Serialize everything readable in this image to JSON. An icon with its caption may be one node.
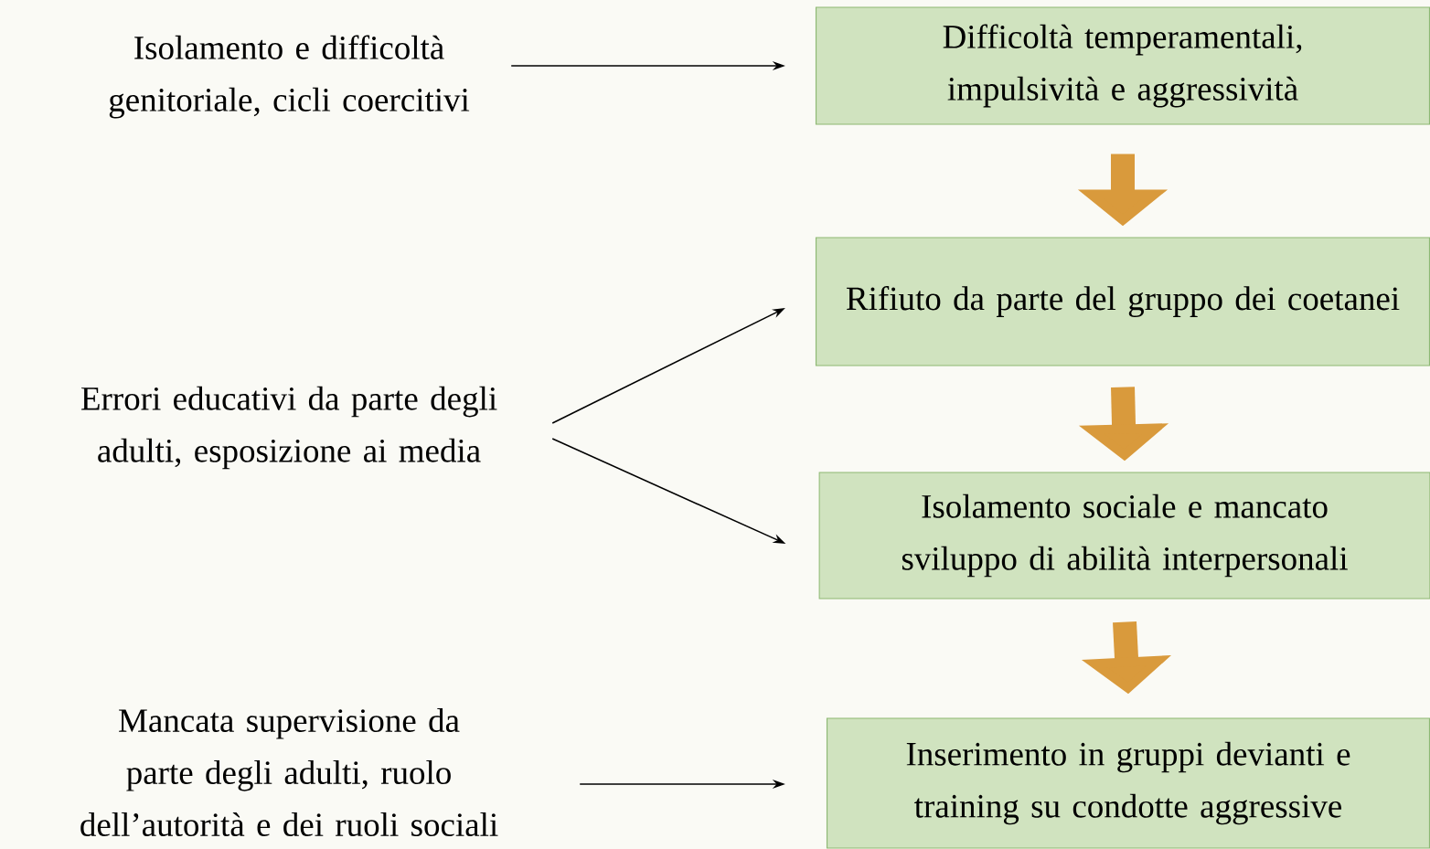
{
  "diagram": {
    "nodes": [
      {
        "text": [
          "Isolamento e difficoltà genitoriale, cicli coercitivi"
        ]
      },
      {
        "text": [
          "Errori educativi da parte degli adulti, esposizione ai media"
        ]
      },
      {
        "text": [
          "Mancata supervisione da parte degli adulti, ruolo dell’autorità e dei ruoli sociali"
        ]
      },
      {
        "text": [
          "Difficoltà temperamentali, impulsività e aggressività"
        ]
      },
      {
        "text": [
          "Rifiuto da parte del gruppo dei coetanei"
        ]
      },
      {
        "text": [
          "Isolamento sociale e mancato sviluppo di abilità interpersonali"
        ]
      },
      {
        "text": [
          "Inserimento in gruppi devianti e training su condotte aggressive"
        ]
      }
    ],
    "edges": [
      {
        "from": 0,
        "to": 3,
        "arrow": "to"
      },
      {
        "from": 1,
        "to": 4,
        "arrow": "to"
      },
      {
        "from": 1,
        "to": 5,
        "arrow": "to"
      },
      {
        "from": 2,
        "to": 6,
        "arrow": "to"
      },
      {
        "from": 3,
        "to": 4,
        "arrow": "to",
        "style": "thick",
        "color": "#d99a3c"
      },
      {
        "from": 4,
        "to": 5,
        "arrow": "to",
        "style": "thick",
        "color": "#d99a3c"
      },
      {
        "from": 5,
        "to": 6,
        "arrow": "to",
        "style": "thick",
        "color": "#d99a3c"
      }
    ]
  }
}
